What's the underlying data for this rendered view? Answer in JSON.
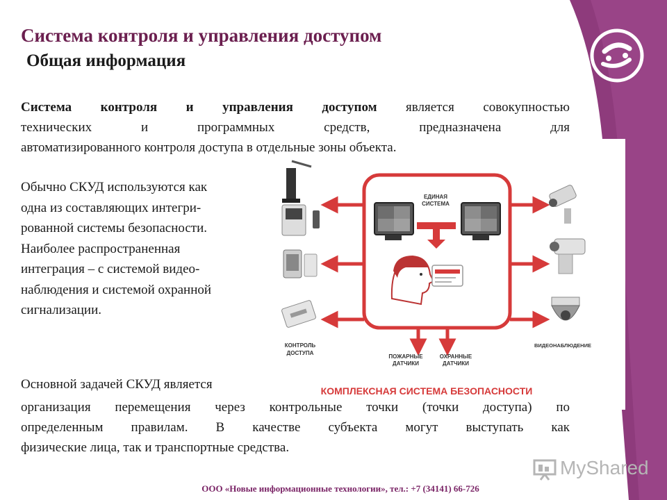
{
  "title": {
    "line1": "Система контроля и управления доступом",
    "line2": "Общая информация"
  },
  "intro": {
    "term": "Система контроля и управления доступом",
    "line1_rest": " является совокупностью",
    "line2": "технических и программных средств, предназначена для",
    "line3": "автоматизированного контроля доступа в отдельные зоны объекта."
  },
  "usage_lines": [
    "Обычно СКУД используются как",
    "одна из составляющих интегри-",
    "рованной системы безопасности.",
    "Наиболее распространенная",
    "интеграция – с системой видео-",
    "наблюдения и системой охранной",
    "сигнализации."
  ],
  "task": {
    "lead": "Основной задачей СКУД является",
    "line1": "организация перемещения через контрольные точки (точки доступа) по",
    "line2": "определенным правилам. В качестве субъекта могут выступать как",
    "line3": "физические лица, так и транспортные средства."
  },
  "diagram": {
    "center_label_1": "ЕДИНАЯ",
    "center_label_2": "СИСТЕМА",
    "access_label_1": "КОНТРОЛЬ",
    "access_label_2": "ДОСТУПА",
    "fire_label_1": "ПОЖАРНЫЕ",
    "fire_label_2": "ДАТЧИКИ",
    "security_label_1": "ОХРАННЫЕ",
    "security_label_2": "ДАТЧИКИ",
    "video_label": "ВИДЕОНАБЛЮДЕНИЕ",
    "caption": "КОМПЛЕКСНАЯ СИСТЕМА БЕЗОПАСНОСТИ"
  },
  "footer": "ООО «Новые информационные технологии», тел.: +7 (34141) 66-726",
  "watermark": "MyShared",
  "colors": {
    "accent": "#7a2466",
    "title": "#6b1f4f",
    "band": "#8e3b7c",
    "arrow_red": "#d63a3a"
  }
}
